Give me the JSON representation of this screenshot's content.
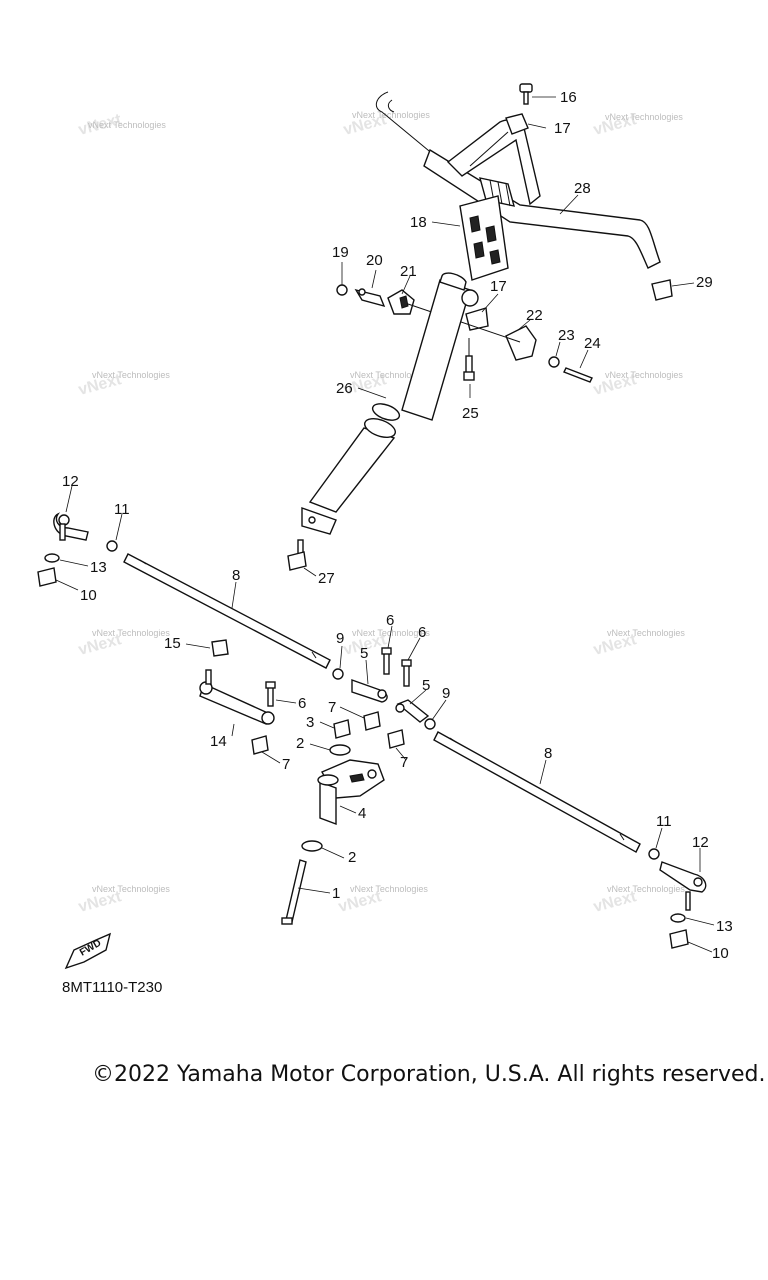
{
  "watermark_text": "vNext Technologies",
  "fwd_label": "FWD",
  "diagram_code": "8MT1110-T230",
  "copyright": "©2022 Yamaha Motor Corporation, U.S.A. All rights reserved.",
  "callouts": {
    "c1": "1",
    "c2a": "2",
    "c2b": "2",
    "c3": "3",
    "c4": "4",
    "c5a": "5",
    "c5b": "5",
    "c6a": "6",
    "c6b": "6",
    "c6c": "6",
    "c7a": "7",
    "c7b": "7",
    "c7c": "7",
    "c8a": "8",
    "c8b": "8",
    "c9a": "9",
    "c9b": "9",
    "c10a": "10",
    "c10b": "10",
    "c11a": "11",
    "c11b": "11",
    "c12a": "12",
    "c12b": "12",
    "c13a": "13",
    "c13b": "13",
    "c14": "14",
    "c15": "15",
    "c16": "16",
    "c17a": "17",
    "c17b": "17",
    "c18": "18",
    "c19": "19",
    "c20": "20",
    "c21": "21",
    "c22": "22",
    "c23": "23",
    "c24": "24",
    "c25": "25",
    "c26": "26",
    "c27": "27",
    "c28": "28",
    "c29": "29"
  }
}
